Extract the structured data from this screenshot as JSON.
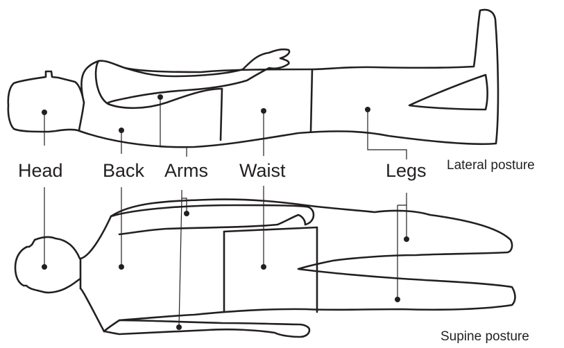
{
  "body_parts": {
    "head": "Head",
    "back": "Back",
    "arms": "Arms",
    "waist": "Waist",
    "legs": "Legs"
  },
  "postures": {
    "lateral": "Lateral posture",
    "supine": "Supine posture"
  },
  "colors": {
    "ink": "#231f20",
    "background": "#ffffff"
  }
}
